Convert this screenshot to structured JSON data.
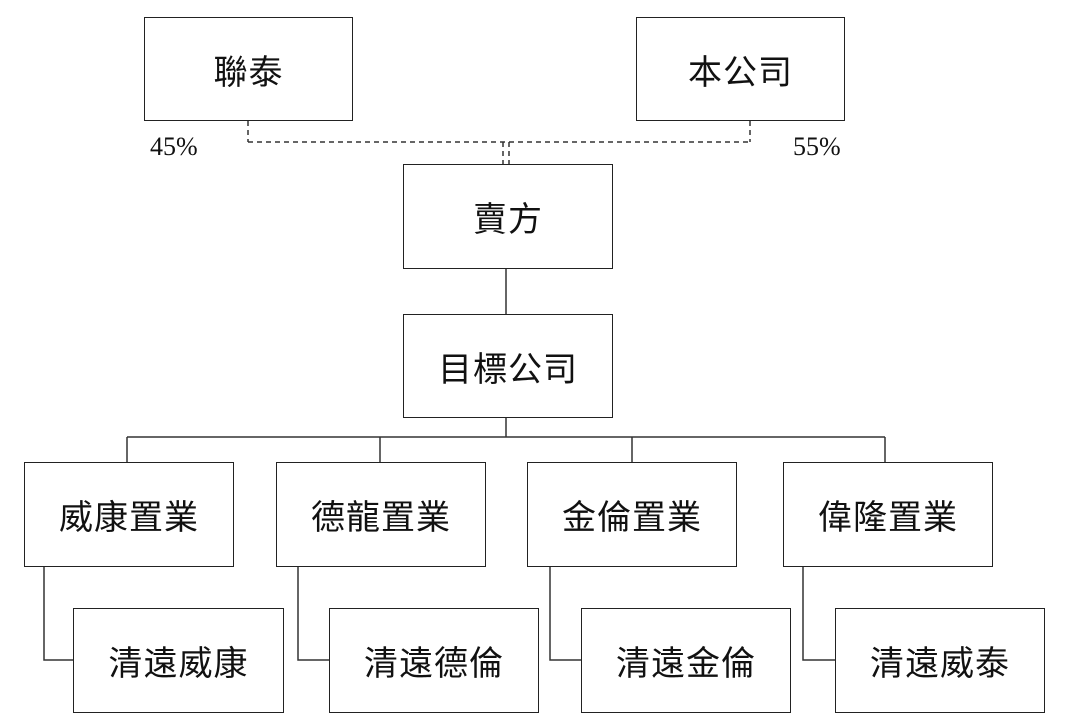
{
  "shareholders": {
    "left": {
      "name": "聯泰",
      "share": "45%"
    },
    "right": {
      "name": "本公司",
      "share": "55%"
    }
  },
  "seller": "賣方",
  "target": "目標公司",
  "subsidiaries": [
    {
      "name": "威康置業",
      "child": "清遠威康"
    },
    {
      "name": "德龍置業",
      "child": "清遠德倫"
    },
    {
      "name": "金倫置業",
      "child": "清遠金倫"
    },
    {
      "name": "偉隆置業",
      "child": "清遠威泰"
    }
  ]
}
